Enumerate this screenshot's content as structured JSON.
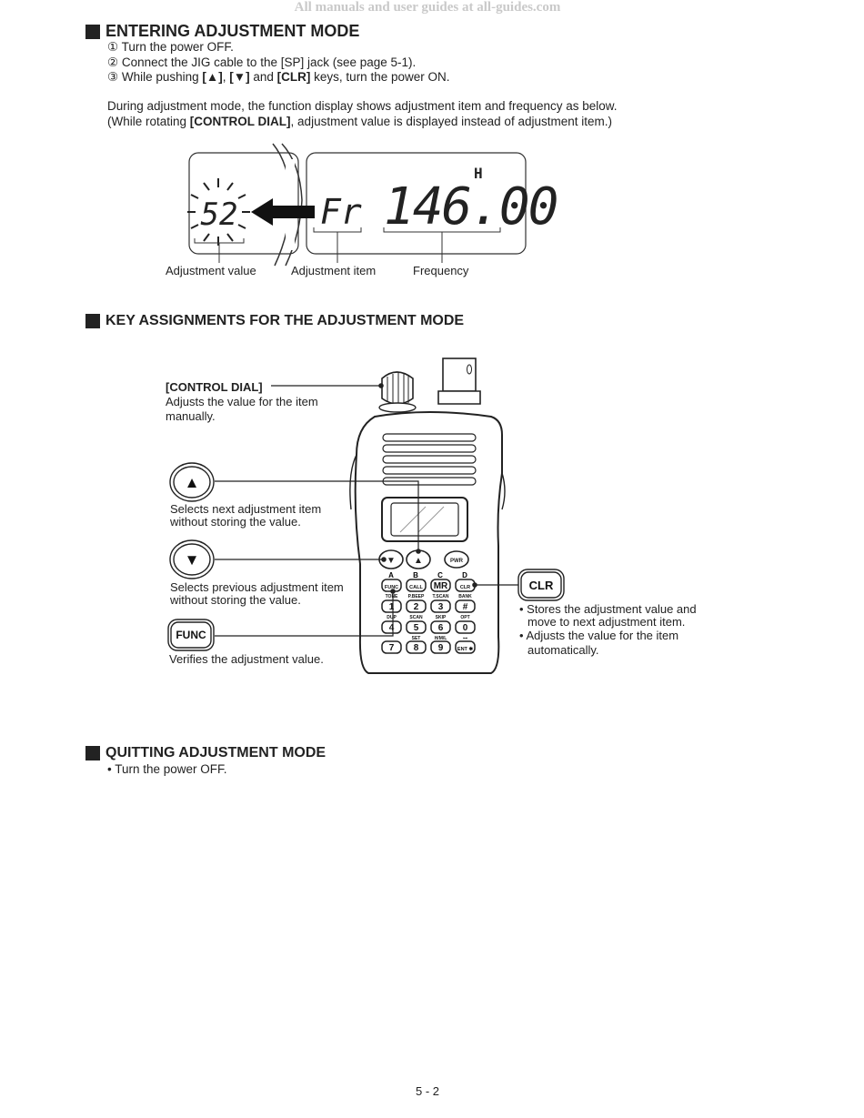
{
  "watermark": "All manuals and user guides at all-guides.com",
  "section1": {
    "title": "ENTERING ADJUSTMENT MODE",
    "steps": [
      "① Turn the power OFF.",
      "② Connect the JIG cable to the [SP] jack (see page 5-1).",
      {
        "pre": "③ While pushing ",
        "k1": "[▲]",
        "sep1": ", ",
        "k2": "[▼]",
        "sep2": " and ",
        "k3": "[CLR]",
        "post": " keys, turn the power ON."
      }
    ],
    "para1": "During adjustment mode, the function display shows adjustment item and frequency as below.",
    "para2_pre": "(While rotating ",
    "para2_bold": "[CONTROL DIAL]",
    "para2_post": ", adjustment value is displayed instead of adjustment item.)",
    "lcd": {
      "value": "52",
      "item": "Fr",
      "freq": "146.00",
      "indicator": "H"
    },
    "labels": {
      "value": "Adjustment value",
      "item": "Adjustment item",
      "freq": "Frequency"
    }
  },
  "section2": {
    "title": "KEY ASSIGNMENTS FOR THE ADJUSTMENT MODE",
    "control_dial": {
      "label": "[CONTROL DIAL]",
      "desc1": "Adjusts the value for the item",
      "desc2": "manually."
    },
    "up": {
      "key": "▲",
      "desc1": "Selects next adjustment item",
      "desc2": "without storing the value."
    },
    "down": {
      "key": "▼",
      "desc1": "Selects previous adjustment item",
      "desc2": "without storing the value."
    },
    "func": {
      "key": "FUNC",
      "desc": "Verifies the adjustment value."
    },
    "clr": {
      "key": "CLR",
      "b1a": "• Stores the adjustment value and",
      "b1b": "move to next adjustment item.",
      "b2a": "• Adjusts the value for the item",
      "b2b": "automatically."
    },
    "radio_keys": {
      "row0": [
        "▼",
        "▲",
        "PWR"
      ],
      "letters": [
        "A",
        "B",
        "C",
        "D"
      ],
      "row1": [
        "FUNC",
        "CALL",
        "MR",
        "CLR"
      ],
      "sub1": [
        "TONE",
        "P.BEEP",
        "T.SCAN",
        "BANK"
      ],
      "row2": [
        "1",
        "2",
        "3",
        "#"
      ],
      "sub2": [
        "DUP",
        "SCAN",
        "SKIP",
        "OPT"
      ],
      "row3": [
        "4",
        "5",
        "6",
        "0"
      ],
      "sub3": [
        "",
        "SET",
        "H/M/L",
        "⊶"
      ],
      "row4": [
        "7",
        "8",
        "9",
        "ENT ✱"
      ]
    }
  },
  "section3": {
    "title": "QUITTING ADJUSTMENT MODE",
    "step": "• Turn the power OFF."
  },
  "page_number": "5 - 2"
}
